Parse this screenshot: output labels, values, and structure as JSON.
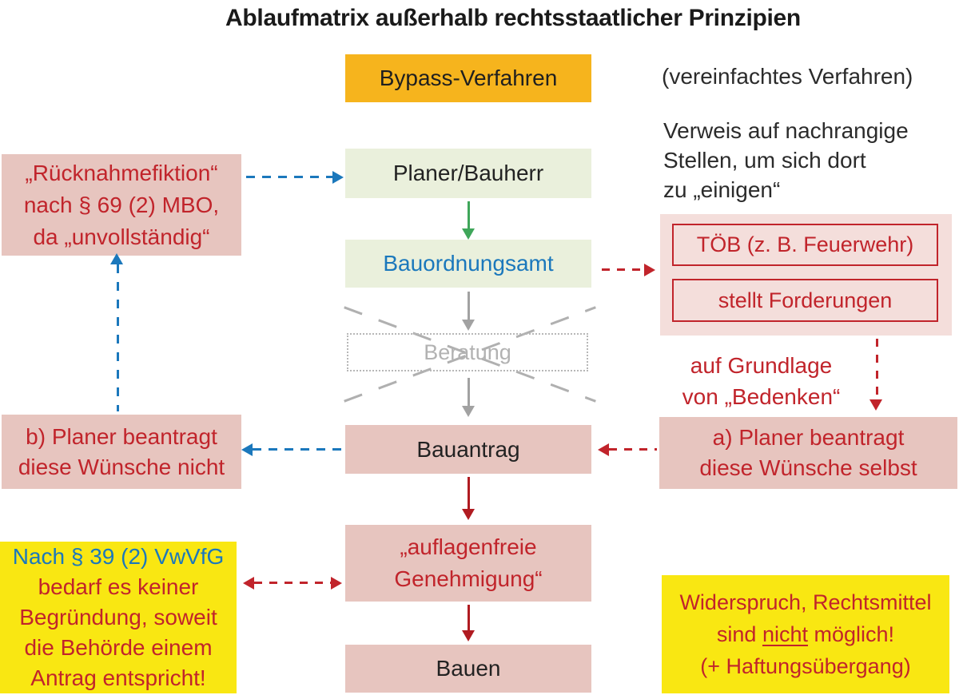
{
  "title": "Ablaufmatrix außerhalb rechtsstaatlicher Prinzipien",
  "colors": {
    "orange": "#f6b41d",
    "green-box": "#eaf0dc",
    "green-arrow": "#3fa65a",
    "pink": "#e7c5bf",
    "pink-light": "#f4dedb",
    "red": "#c1242b",
    "red-dark": "#b01b21",
    "blue": "#1b78bc",
    "gray": "#a2a2a2",
    "yellow": "#f9e712",
    "ink": "#2b2b2b"
  },
  "flow": {
    "bypass": "Bypass-Verfahren",
    "simplified_note": "(vereinfachtes Verfahren)",
    "planer": "Planer/Bauherr",
    "bauordnungsamt": "Bauordnungsamt",
    "beratung": "Beratung",
    "bauantrag": "Bauantrag",
    "genehmigung_line1": "„auflagenfreie",
    "genehmigung_line2": "Genehmigung“",
    "bauen": "Bauen"
  },
  "left": {
    "ruecknahme": {
      "line1": "„Rücknahmefiktion“",
      "line2": "nach § 69 (2) MBO,",
      "line3": "da „unvollständig“"
    },
    "b_option": {
      "line1": "b) Planer beantragt",
      "line2": "diese Wünsche nicht"
    },
    "vwvfg_note": {
      "line1_blue": "Nach § 39 (2) VwVfG",
      "line2": "bedarf es keiner",
      "line3": "Begründung, soweit",
      "line4": "die Behörde einem",
      "line5": "Antrag entspricht!"
    }
  },
  "right": {
    "verweis": {
      "line1": "Verweis auf nachrangige",
      "line2": "Stellen, um sich dort",
      "line3": "zu „einigen“"
    },
    "toeb_box1": "TÖB (z. B. Feuerwehr)",
    "toeb_box2": "stellt Forderungen",
    "grundlage": {
      "line1": "auf Grundlage",
      "line2": "von „Bedenken“"
    },
    "a_option": {
      "line1": "a) Planer beantragt",
      "line2": "diese Wünsche selbst"
    },
    "widerspruch": {
      "line1": "Widerspruch, Rechtsmittel",
      "line2_pre": "sind ",
      "line2_nicht": "nicht",
      "line2_post": " möglich!",
      "line3": "(+ Haftungsübergang)"
    }
  }
}
